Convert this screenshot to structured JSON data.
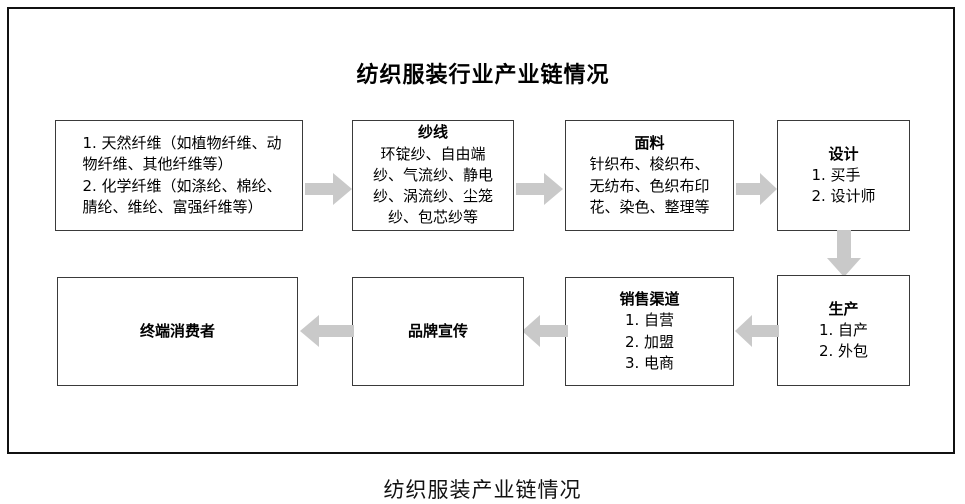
{
  "title": "纺织服装行业产业链情况",
  "caption": "纺织服装产业链情况",
  "colors": {
    "frame_border": "#111111",
    "box_border": "#3a3a3a",
    "arrow": "#c9c9c9",
    "text": "#000000",
    "background": "#ffffff"
  },
  "nodes": {
    "fiber": {
      "lines": [
        "1. 天然纤维（如植物纤维、动",
        "   物纤维、其他纤维等）",
        "2. 化学纤维（如涤纶、棉纶、",
        "   腈纶、维纶、富强纤维等）"
      ]
    },
    "yarn": {
      "title": "纱线",
      "lines": [
        "环锭纱、自由端",
        "纱、气流纱、静电",
        "纱、涡流纱、尘笼",
        "纱、包芯纱等"
      ]
    },
    "fabric": {
      "title": "面料",
      "lines": [
        "针织布、梭织布、",
        "无纺布、色织布印",
        "花、染色、整理等"
      ]
    },
    "design": {
      "title": "设计",
      "lines": [
        "1. 买手",
        "2. 设计师"
      ]
    },
    "production": {
      "title": "生产",
      "lines": [
        "1. 自产",
        "2. 外包"
      ]
    },
    "channel": {
      "title": "销售渠道",
      "lines": [
        "1. 自营",
        "2. 加盟",
        "3. 电商"
      ]
    },
    "brand": {
      "title": "品牌宣传"
    },
    "consumer": {
      "title": "终端消费者"
    }
  },
  "arrows": [
    {
      "name": "arrow-fiber-to-yarn",
      "direction": "right"
    },
    {
      "name": "arrow-yarn-to-fabric",
      "direction": "right"
    },
    {
      "name": "arrow-fabric-to-design",
      "direction": "right"
    },
    {
      "name": "arrow-design-to-production",
      "direction": "down"
    },
    {
      "name": "arrow-production-to-channel",
      "direction": "left"
    },
    {
      "name": "arrow-channel-to-brand",
      "direction": "left"
    },
    {
      "name": "arrow-brand-to-consumer",
      "direction": "left"
    }
  ]
}
